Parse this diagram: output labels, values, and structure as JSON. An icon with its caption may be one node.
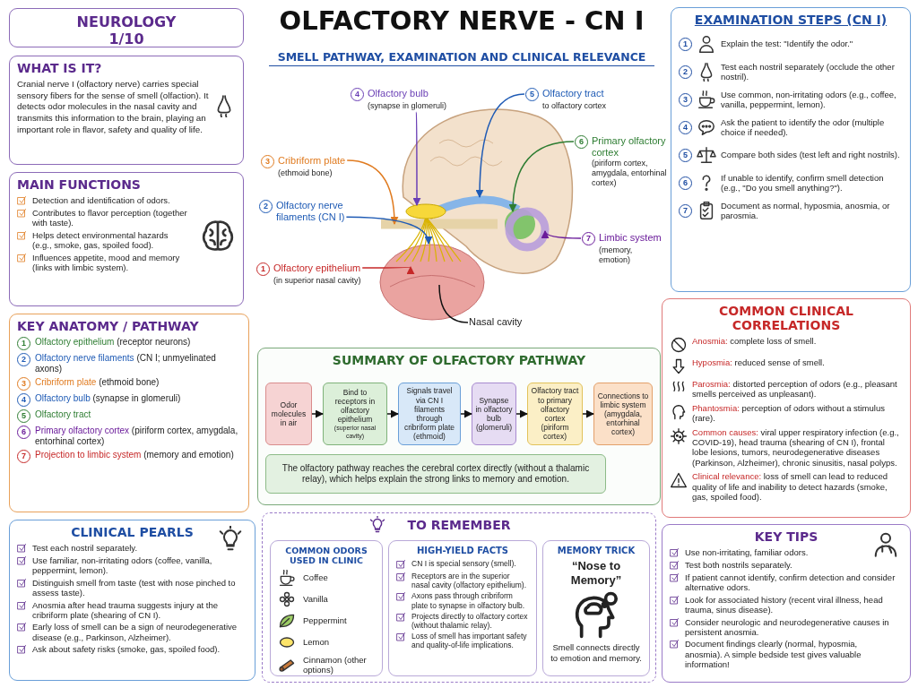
{
  "diagram": {
    "title": "OLFACTORY NERVE - CN I",
    "nodes": [
      {
        "text": [
          "NEUROLOGY 1/10"
        ]
      },
      {
        "text": [
          "WHAT IS IT?",
          "Cranial nerve I (olfactory nerve) carries special sensory fibers for the sense of smell (olfaction). It detects odor molecules in the nasal cavity and transmits this information to the brain, playing an important role in flavor, safety and quality of life."
        ]
      },
      {
        "text": [
          "MAIN FUNCTIONS",
          "Detection and identification of odors.",
          "Contributes to flavor perception (together with taste).",
          "Helps detect environmental hazards (e.g., smoke, gas, spoiled food).",
          "Influences appetite, mood and memory (links with limbic system)."
        ]
      },
      {
        "text": [
          "KEY ANATOMY / PATHWAY",
          "1",
          "**Olfactory epithelium** (receptor neurons)",
          "2",
          "**Olfactory nerve filaments** (CN I; unmyelinated axons)",
          "3",
          "**Cribriform plate** (ethmoid bone)",
          "4",
          "**Olfactory bulb** (synapse in glomeruli)",
          "5",
          "Olfactory tract",
          "6",
          "**Primary olfactory cortex** (piriform cortex, amygdala, entorhinal cortex)",
          "7",
          "**Projection to limbic system** (memory and emotion)"
        ]
      },
      {
        "text": [
          "CLINICAL PEARLS",
          "Test each nostril separately.",
          "Use familiar, non-irritating odors (coffee, vanilla, peppermint, lemon).",
          "Distinguish smell from taste (test with nose pinched to assess taste).",
          "Anosmia after head trauma suggests injury at the cribriform plate (shearing of CN I).",
          "Early loss of smell can be a sign of neurodegenerative disease (e.g., Parkinson, Alzheimer).",
          "Ask about safety risks (smoke, gas, spoiled food)."
        ]
      },
      {
        "text": [
          "4",
          "Olfactory bulb",
          "(synapse in glomeruli)"
        ]
      },
      {
        "text": [
          "5",
          "Olfactory tract",
          "to olfactory cortex"
        ]
      },
      {
        "text": [
          "3",
          "Cribriform plate",
          "(ethmoid bone)"
        ]
      },
      {
        "text": [
          "6",
          "Primary olfactory cortex",
          "(piriform cortex, amygdala, entorhinal cortex)"
        ]
      },
      {
        "text": [
          "2",
          "Olfactory nerve filaments (CN I)"
        ]
      },
      {
        "text": [
          "7",
          "Limbic system",
          "(memory, emotion)"
        ]
      },
      {
        "text": [
          "1",
          "Olfactory epithelium",
          "(in superior nasal cavity)"
        ]
      },
      {
        "text": [
          "Nasal cavity"
        ]
      },
      {
        "text": [
          "SUMMARY OF OLFACTORY PATHWAY"
        ]
      },
      {
        "text": [
          "Odor molecules in air"
        ],
        "in": 13
      },
      {
        "text": [
          "Bind to receptors in olfactory epithelium",
          "(superior nasal cavity)"
        ],
        "in": 13
      },
      {
        "text": [
          "Signals travel via CN I filaments through cribriform plate (ethmoid)"
        ],
        "in": 13
      },
      {
        "text": [
          "Synapse in olfactory bulb (glomeruli)"
        ],
        "in": 13
      },
      {
        "text": [
          "Olfactory tract to primary olfactory cortex (piriform cortex)"
        ],
        "in": 13
      },
      {
        "text": [
          "Connections to limbic system (amygdala, entorhinal cortex)"
        ],
        "in": 13
      },
      {
        "text": [
          "The olfactory pathway reaches the cerebral cortex directly (without a thalamic relay), which helps explain the strong links to memory and emotion."
        ],
        "in": 13
      },
      {
        "text": [
          "TO REMEMBER"
        ]
      },
      {
        "text": [
          "COMMON ODORS USED IN CLINIC",
          "Coffee",
          "Vanilla",
          "Peppermint",
          "Lemon",
          "Cinnamon (other options)"
        ],
        "in": 21
      },
      {
        "text": [
          "HIGH-YIELD FACTS",
          "CN I is special sensory (smell).",
          "Receptors are in the superior nasal cavity (olfactory epithelium).",
          "Axons pass through cribriform plate to synapse in olfactory bulb.",
          "Projects directly to olfactory cortex (without thalamic relay).",
          "Loss of smell has important safety and quality-of-life implications."
        ],
        "in": 21
      },
      {
        "text": [
          "MEMORY TRICK",
          "“Nose to Memory”",
          "Smell connects directly to emotion and memory."
        ],
        "in": 21
      },
      {
        "text": [
          "EXAMINATION STEPS (CN I)",
          "1",
          "Explain the test: \"Identify the odor.\"",
          "2",
          "Test each nostril separately (occlude the other nostril).",
          "3",
          "Use common, non-irritating odors (e.g., coffee, vanilla, peppermint, lemon).",
          "4",
          "Ask the patient to identify the odor (multiple choice if needed).",
          "5",
          "Compare both sides (test left and right nostrils).",
          "6",
          "If unable to identify, confirm smell detection (e.g., \"Do you smell anything?\").",
          "7",
          "Document as normal, hyposmia, anosmia, or parosmia."
        ]
      },
      {
        "text": [
          "COMMON CLINICAL CORRELATIONS",
          "**Anosmia:** complete loss of smell.",
          "**Hyposmia:** reduced sense of smell.",
          "**Parosmia:** distorted perception of odors (e.g., pleasant smells perceived as unpleasant).",
          "**Phantosmia:** perception of odors without a stimulus (rare).",
          "**Common causes:** viral upper respiratory infection (e.g., COVID-19), head trauma (shearing of CN I), frontal lobe lesions, tumors, neurodegenerative diseases (Parkinson, Alzheimer), chronic sinusitis, nasal polyps.",
          "**Clinical relevance:** loss of smell can lead to reduced quality of life and inability to detect hazards (smoke, gas, spoiled food)."
        ]
      },
      {
        "text": [
          "KEY TIPS",
          "Use non-irritating, familiar odors.",
          "Test both nostrils separately.",
          "If patient cannot identify, confirm detection and consider alternative odors.",
          "Look for associated history (recent viral illness, head trauma, sinus disease).",
          "Consider neurologic and neurodegenerative causes in persistent anosmia.",
          "Document findings clearly (normal, hyposmia, anosmia). A simple bedside test gives valuable information!"
        ]
      }
    ],
    "edges": [
      {
        "from": 5,
        "to": null,
        "arrow": "to",
        "color": "#6a3fb5"
      },
      {
        "from": 6,
        "to": null,
        "arrow": "to",
        "color": "#1f5bb5"
      },
      {
        "from": 7,
        "to": null,
        "arrow": "to",
        "color": "#e07b20"
      },
      {
        "from": 8,
        "to": null,
        "arrow": "to",
        "color": "#2e7d32"
      },
      {
        "from": 9,
        "to": null,
        "arrow": "to",
        "color": "#1f5bb5"
      },
      {
        "from": 10,
        "to": null,
        "arrow": "to",
        "color": "#6a1b9a"
      },
      {
        "from": 11,
        "to": null,
        "arrow": "to",
        "color": "#c62828"
      },
      {
        "from": 12,
        "to": null,
        "arrow": "none"
      },
      {
        "from": 14,
        "to": 15,
        "arrow": "to"
      },
      {
        "from": 15,
        "to": 16,
        "arrow": "to"
      },
      {
        "from": 16,
        "to": 17,
        "arrow": "to"
      },
      {
        "from": 17,
        "to": 18,
        "arrow": "to"
      },
      {
        "from": 18,
        "to": 19,
        "arrow": "to"
      }
    ],
    "labels": [
      "SMELL PATHWAY, EXAMINATION AND CLINICAL RELEVANCE"
    ]
  }
}
